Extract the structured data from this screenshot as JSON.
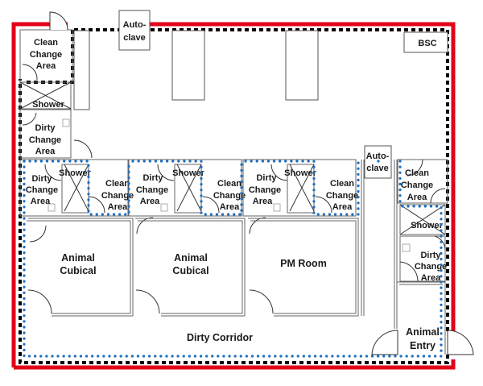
{
  "diagram": {
    "type": "floor-plan",
    "legend_colors": {
      "outer_boundary": "#e2001a",
      "containment_barrier_hatch": "#000000",
      "inner_barrier_dotted": "#1f6fbf"
    },
    "rooms": {
      "top_left_clean_change": {
        "line1": "Clean",
        "line2": "Change",
        "line3": "Area"
      },
      "top_left_shower": "Shower",
      "top_left_dirty_change": {
        "line1": "Dirty",
        "line2": "Change",
        "line3": "Area"
      },
      "autoclave_top": {
        "line1": "Auto-",
        "line2": "clave"
      },
      "bsc": "BSC",
      "suite1": {
        "dirty_change": {
          "line1": "Dirty",
          "line2": "Change",
          "line3": "Area"
        },
        "shower": "Shower",
        "clean_change": {
          "line1": "Clean",
          "line2": "Change",
          "line3": "Area"
        }
      },
      "suite2": {
        "dirty_change": {
          "line1": "Dirty",
          "line2": "Change",
          "line3": "Area"
        },
        "shower": "Shower",
        "clean_change": {
          "line1": "Clean",
          "line2": "Change",
          "line3": "Area"
        }
      },
      "suite3": {
        "dirty_change": {
          "line1": "Dirty",
          "line2": "Change",
          "line3": "Area"
        },
        "shower": "Shower",
        "clean_change": {
          "line1": "Clean",
          "line2": "Change",
          "line3": "Area"
        }
      },
      "autoclave_mid": {
        "line1": "Auto-",
        "line2": "clave"
      },
      "right_clean_change": {
        "line1": "Clean",
        "line2": "Change",
        "line3": "Area"
      },
      "right_shower": "Shower",
      "right_dirty_change": {
        "line1": "Dirty",
        "line2": "Change",
        "line3": "Area"
      },
      "animal_cubical_1": {
        "line1": "Animal",
        "line2": "Cubical"
      },
      "animal_cubical_2": {
        "line1": "Animal",
        "line2": "Cubical"
      },
      "pm_room": "PM Room",
      "dirty_corridor": "Dirty Corridor",
      "animal_entry": {
        "line1": "Animal",
        "line2": "Entry"
      }
    }
  }
}
